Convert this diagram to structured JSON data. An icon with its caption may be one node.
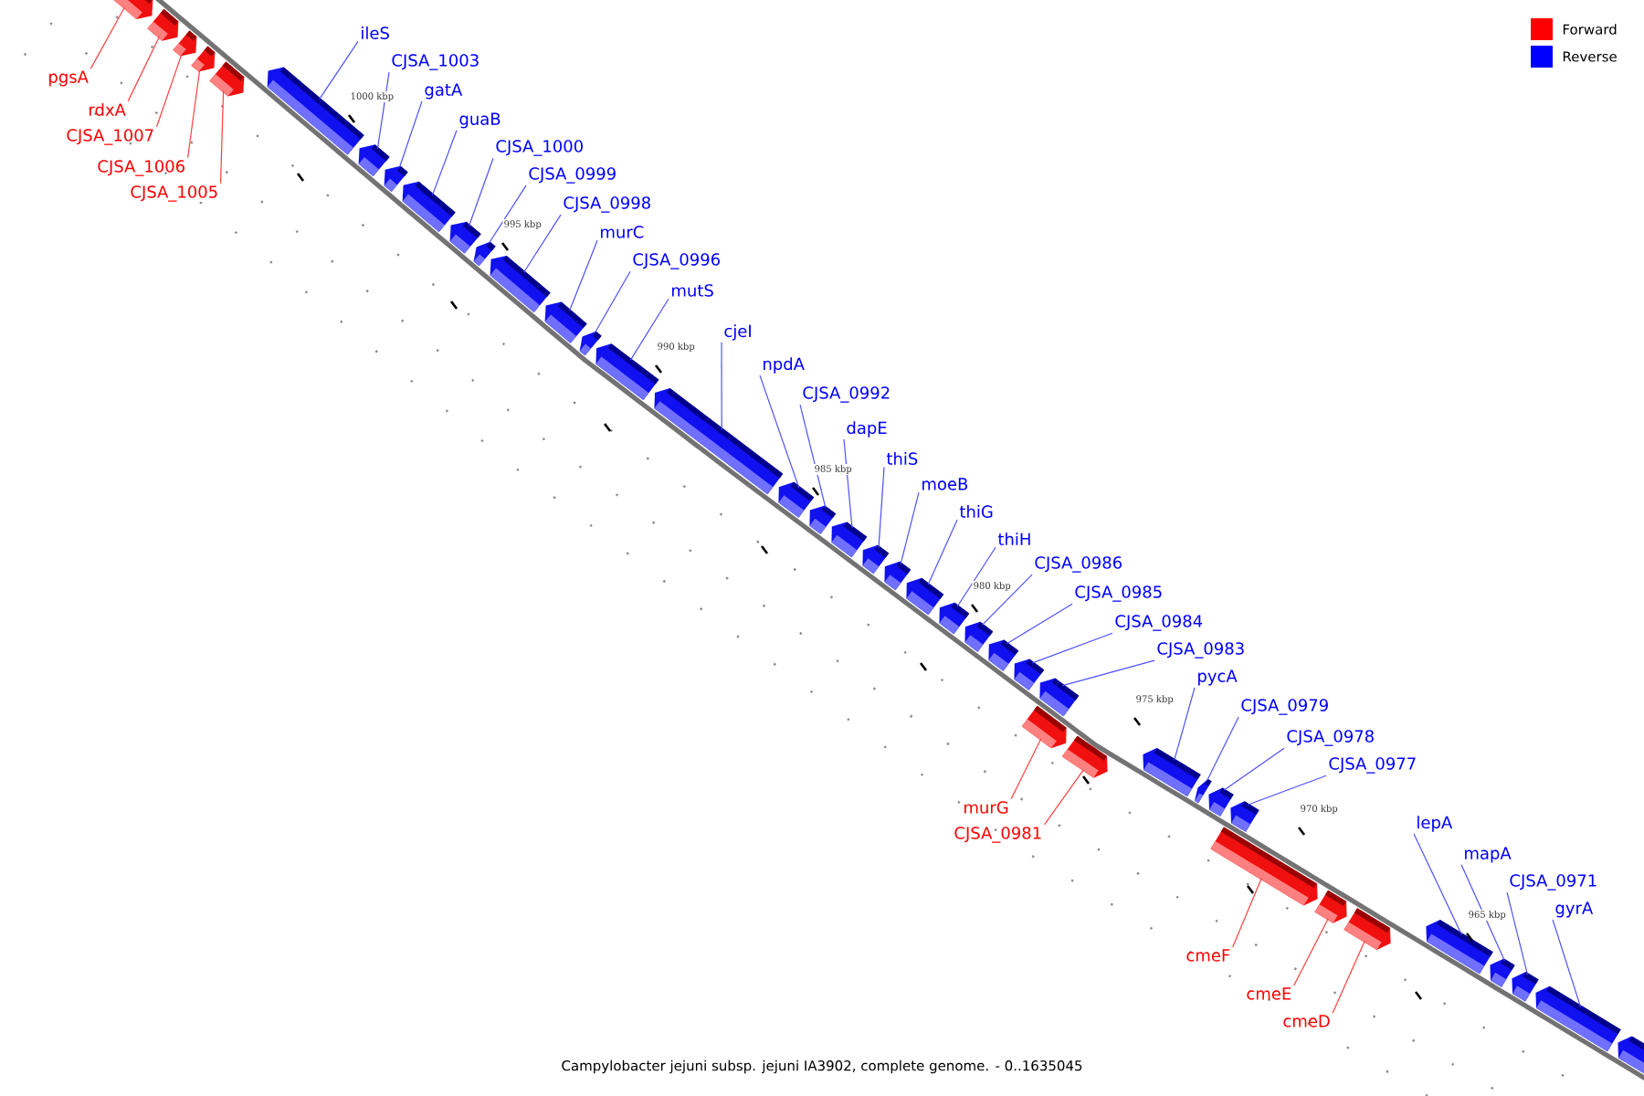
{
  "diagram": {
    "caption": "Campylobacter jejuni subsp. jejuni IA3902, complete genome. - 0..1635045",
    "nodes": [
      {
        "text": [
          "pgsA"
        ]
      },
      {
        "text": [
          "rdxA"
        ]
      },
      {
        "text": [
          "CJSA_1007"
        ]
      },
      {
        "text": [
          "CJSA_1006"
        ]
      },
      {
        "text": [
          "CJSA_1005"
        ]
      },
      {
        "text": [
          "ileS"
        ]
      },
      {
        "text": [
          "CJSA_1003"
        ]
      },
      {
        "text": [
          "gatA"
        ]
      },
      {
        "text": [
          "guaB"
        ]
      },
      {
        "text": [
          "CJSA_1000"
        ]
      },
      {
        "text": [
          "CJSA_0999"
        ]
      },
      {
        "text": [
          "CJSA_0998"
        ]
      },
      {
        "text": [
          "murC"
        ]
      },
      {
        "text": [
          "CJSA_0996"
        ]
      },
      {
        "text": [
          "mutS"
        ]
      },
      {
        "text": [
          "cjeI"
        ]
      },
      {
        "text": [
          "npdA"
        ]
      },
      {
        "text": [
          "CJSA_0992"
        ]
      },
      {
        "text": [
          "dapE"
        ]
      },
      {
        "text": [
          "thiS"
        ]
      },
      {
        "text": [
          "moeB"
        ]
      },
      {
        "text": [
          "thiG"
        ]
      },
      {
        "text": [
          "thiH"
        ]
      },
      {
        "text": [
          "CJSA_0986"
        ]
      },
      {
        "text": [
          "CJSA_0985"
        ]
      },
      {
        "text": [
          "CJSA_0984"
        ]
      },
      {
        "text": [
          "CJSA_0983"
        ]
      },
      {
        "text": [
          "pycA"
        ]
      },
      {
        "text": [
          "CJSA_0979"
        ]
      },
      {
        "text": [
          "CJSA_0978"
        ]
      },
      {
        "text": [
          "CJSA_0977"
        ]
      },
      {
        "text": [
          "murG"
        ]
      },
      {
        "text": [
          "CJSA_0981"
        ]
      },
      {
        "text": [
          "cmeF"
        ]
      },
      {
        "text": [
          "cmeE"
        ]
      },
      {
        "text": [
          "cmeD"
        ]
      },
      {
        "text": [
          "lepA"
        ]
      },
      {
        "text": [
          "mapA"
        ]
      },
      {
        "text": [
          "CJSA_0971"
        ]
      },
      {
        "text": [
          "gyrA"
        ]
      },
      {
        "text": [],
        "shape": "bar"
      },
      {
        "text": [],
        "shape": "bar"
      },
      {
        "text": [],
        "shape": "bar"
      },
      {
        "text": [],
        "shape": "bar"
      },
      {
        "text": [],
        "shape": "bar"
      },
      {
        "text": [],
        "shape": "bar"
      },
      {
        "text": [],
        "shape": "bar"
      },
      {
        "text": [],
        "shape": "bar"
      },
      {
        "text": [],
        "shape": "bar"
      },
      {
        "text": [],
        "shape": "bar"
      },
      {
        "text": [],
        "shape": "bar"
      },
      {
        "text": [],
        "shape": "bar"
      },
      {
        "text": [],
        "shape": "bar"
      },
      {
        "text": [],
        "shape": "bar"
      },
      {
        "text": [],
        "shape": "bar"
      },
      {
        "text": [],
        "shape": "bar"
      },
      {
        "text": [],
        "shape": "bar"
      },
      {
        "text": [],
        "shape": "bar"
      },
      {
        "text": [],
        "shape": "bar"
      },
      {
        "text": [],
        "shape": "bar"
      },
      {
        "text": [],
        "shape": "bar"
      },
      {
        "text": [],
        "shape": "bar"
      },
      {
        "text": [],
        "shape": "bar"
      },
      {
        "text": [],
        "shape": "bar"
      },
      {
        "text": [],
        "shape": "bar"
      },
      {
        "text": [],
        "shape": "bar"
      },
      {
        "text": [],
        "shape": "bar"
      },
      {
        "text": [],
        "shape": "bar"
      },
      {
        "text": [],
        "shape": "bar"
      },
      {
        "text": [],
        "shape": "bar"
      },
      {
        "text": [],
        "shape": "bar"
      },
      {
        "text": [],
        "shape": "bar"
      },
      {
        "text": [],
        "shape": "bar"
      },
      {
        "text": [],
        "shape": "bar"
      },
      {
        "text": [],
        "shape": "bar"
      },
      {
        "text": [],
        "shape": "bar"
      },
      {
        "text": [],
        "shape": "bar"
      },
      {
        "text": [],
        "shape": "bar"
      },
      {
        "text": [],
        "shape": "bar"
      },
      {
        "text": [],
        "shape": "bar"
      },
      {
        "text": [],
        "shape": "bar"
      }
    ],
    "edges": [
      {
        "from": 0,
        "to": 40,
        "arrow": "none",
        "color": "#ff4040"
      },
      {
        "from": 1,
        "to": 41,
        "arrow": "none",
        "color": "#ff4040"
      },
      {
        "from": 2,
        "to": 42,
        "arrow": "none",
        "color": "#ff4040"
      },
      {
        "from": 3,
        "to": 43,
        "arrow": "none",
        "color": "#ff4040"
      },
      {
        "from": 4,
        "to": 44,
        "arrow": "none",
        "color": "#ff4040"
      },
      {
        "from": 5,
        "to": 45,
        "arrow": "none"
      },
      {
        "from": 6,
        "to": 46,
        "arrow": "none"
      },
      {
        "from": 7,
        "to": 47,
        "arrow": "none"
      },
      {
        "from": 8,
        "to": 48,
        "arrow": "none"
      },
      {
        "from": 9,
        "to": 49,
        "arrow": "none"
      },
      {
        "from": 10,
        "to": 50,
        "arrow": "none"
      },
      {
        "from": 11,
        "to": 51,
        "arrow": "none"
      },
      {
        "from": 12,
        "to": 52,
        "arrow": "none"
      },
      {
        "from": 13,
        "to": 53,
        "arrow": "none"
      },
      {
        "from": 14,
        "to": 54,
        "arrow": "none"
      },
      {
        "from": 15,
        "to": 55,
        "arrow": "none"
      },
      {
        "from": 16,
        "to": 56,
        "arrow": "none"
      },
      {
        "from": 17,
        "to": 57,
        "arrow": "none"
      },
      {
        "from": 18,
        "to": 58,
        "arrow": "none"
      },
      {
        "from": 19,
        "to": 59,
        "arrow": "none"
      },
      {
        "from": 20,
        "to": 60,
        "arrow": "none"
      },
      {
        "from": 21,
        "to": 61,
        "arrow": "none"
      },
      {
        "from": 22,
        "to": 62,
        "arrow": "none"
      },
      {
        "from": 23,
        "to": 63,
        "arrow": "none"
      },
      {
        "from": 24,
        "to": 64,
        "arrow": "none"
      },
      {
        "from": 25,
        "to": 65,
        "arrow": "none"
      },
      {
        "from": 26,
        "to": 66,
        "arrow": "none"
      },
      {
        "from": 27,
        "to": 69,
        "arrow": "none"
      },
      {
        "from": 28,
        "to": 70,
        "arrow": "none"
      },
      {
        "from": 29,
        "to": 71,
        "arrow": "none"
      },
      {
        "from": 30,
        "to": 72,
        "arrow": "none"
      },
      {
        "from": 31,
        "to": 67,
        "arrow": "none",
        "color": "#ff4040"
      },
      {
        "from": 32,
        "to": 68,
        "arrow": "none",
        "color": "#ff4040"
      },
      {
        "from": 33,
        "to": 73,
        "arrow": "none",
        "color": "#ff4040"
      },
      {
        "from": 34,
        "to": 74,
        "arrow": "none",
        "color": "#ff4040"
      },
      {
        "from": 35,
        "to": 75,
        "arrow": "none",
        "color": "#ff4040"
      },
      {
        "from": 36,
        "to": 76,
        "arrow": "none"
      },
      {
        "from": 37,
        "to": 77,
        "arrow": "none"
      },
      {
        "from": 38,
        "to": 78,
        "arrow": "none"
      },
      {
        "from": 39,
        "to": 79,
        "arrow": "none"
      }
    ],
    "labels": [
      "1000 kbp",
      "995 kbp",
      "990 kbp",
      "985 kbp",
      "980 kbp",
      "975 kbp",
      "970 kbp",
      "965 kbp"
    ],
    "legend": [
      {
        "text": "Forward",
        "color": "#ff0000"
      },
      {
        "text": "Reverse",
        "color": "#0000ff"
      }
    ]
  }
}
